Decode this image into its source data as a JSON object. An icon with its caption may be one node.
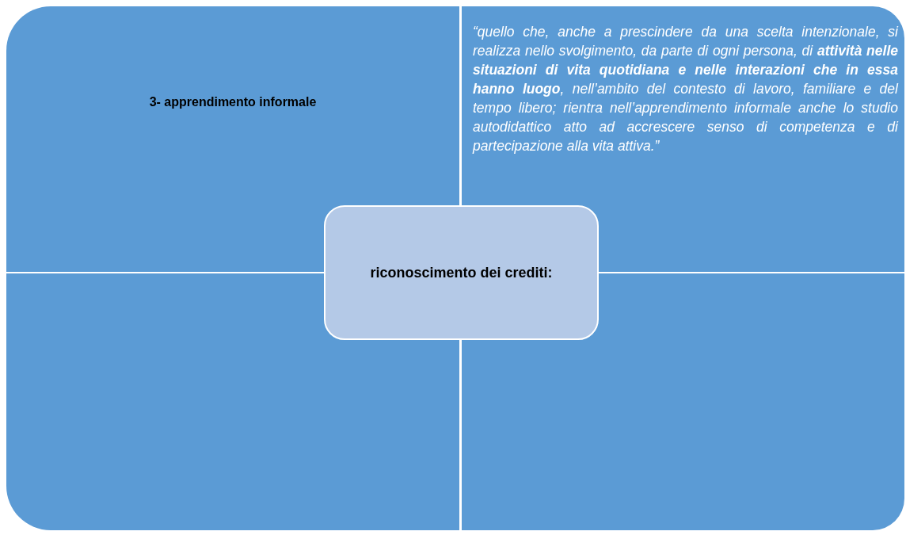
{
  "diagram": {
    "nodes": [
      {
        "text": [
          "3- apprendimento informale"
        ]
      },
      {
        "text": [
          "“quello che, anche a prescindere da una scelta intenzionale, si realizza nello svolgimento, da parte di ogni persona, di **attività nelle situazioni di vita quotidiana e nelle interazioni che in essa hanno luogo**, nell’ambito del contesto di lavoro, familiare e del tempo libero; rientra nell’apprendimento informale anche lo studio autodidattico atto ad accrescere senso di competenza e di partecipazione alla vita attiva.”"
        ]
      },
      {
        "text": [],
        "shape": "box"
      },
      {
        "text": [],
        "shape": "box"
      },
      {
        "text": [
          "riconoscimento dei crediti:"
        ]
      }
    ]
  }
}
